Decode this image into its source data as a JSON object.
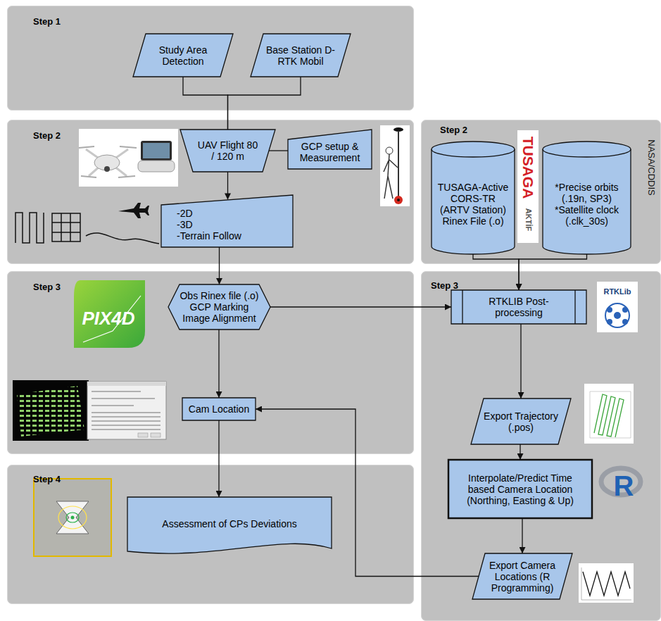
{
  "diagram": {
    "nodes": [
      {
        "text": [
          "Step 1"
        ]
      },
      {
        "text": [
          "Study Area Detection"
        ],
        "in": 0
      },
      {
        "text": [
          "Base Station D-RTK Mobil"
        ],
        "in": 0
      },
      {
        "text": [
          "Step 2"
        ]
      },
      {
        "text": [
          "UAV Flight 80 / 120 m"
        ],
        "in": 3
      },
      {
        "text": [
          "GCP setup & Measurement"
        ],
        "in": 3
      },
      {
        "text": [
          "-2D",
          "-3D",
          "-Terrain Follow"
        ],
        "in": 3
      },
      {
        "text": [
          "Step 2"
        ]
      },
      {
        "text": [
          "TUSAGA-Active CORS-TR (ARTV Station) Rinex File (.o)"
        ],
        "in": 7
      },
      {
        "text": [
          "*Precise orbits (.19n, SP3)",
          "*Satellite clock (.clk_30s)"
        ],
        "in": 7
      },
      {
        "text": [
          "Step 3"
        ]
      },
      {
        "text": [
          "Obs Rinex file (.o)",
          "GCP Marking",
          "Image Alignment"
        ],
        "in": 10
      },
      {
        "text": [
          "Cam Location"
        ],
        "in": 10
      },
      {
        "text": [
          "Step 3"
        ]
      },
      {
        "text": [
          "RTKLIB Post-processing"
        ],
        "in": 13
      },
      {
        "text": [
          "Export Trajectory (.pos)"
        ],
        "in": 13
      },
      {
        "text": [
          "Interpolate/Predict Time based Camera Location (Northing, Easting & Up)"
        ],
        "in": 13
      },
      {
        "text": [
          "Export Camera Locations (R Programming)"
        ],
        "in": 13
      },
      {
        "text": [
          "Step 4"
        ]
      },
      {
        "text": [
          "Assessment of CPs Deviations"
        ],
        "in": 18
      }
    ],
    "edges": [
      {
        "from": 1,
        "to": 4,
        "arrow": "none"
      },
      {
        "from": 2,
        "to": 4,
        "arrow": "none"
      },
      {
        "from": 5,
        "to": 4,
        "arrow": "none"
      },
      {
        "from": 4,
        "to": 6,
        "arrow": "to"
      },
      {
        "from": 6,
        "to": 11,
        "arrow": "to"
      },
      {
        "from": 8,
        "to": 14,
        "arrow": "to"
      },
      {
        "from": 9,
        "to": 14,
        "arrow": "to"
      },
      {
        "from": 11,
        "to": 14,
        "arrow": "to"
      },
      {
        "from": 11,
        "to": 12,
        "arrow": "to"
      },
      {
        "from": 14,
        "to": 15,
        "arrow": "to"
      },
      {
        "from": 15,
        "to": 16,
        "arrow": "to"
      },
      {
        "from": 16,
        "to": 17,
        "arrow": "to"
      },
      {
        "from": 17,
        "to": 12,
        "arrow": "to"
      },
      {
        "from": 12,
        "to": 19,
        "arrow": "to"
      }
    ],
    "labels": [
      "TUSAGA",
      "AKTİF",
      "NASA/CDDIS",
      "PIX4D",
      "RTKLib",
      "R"
    ]
  }
}
